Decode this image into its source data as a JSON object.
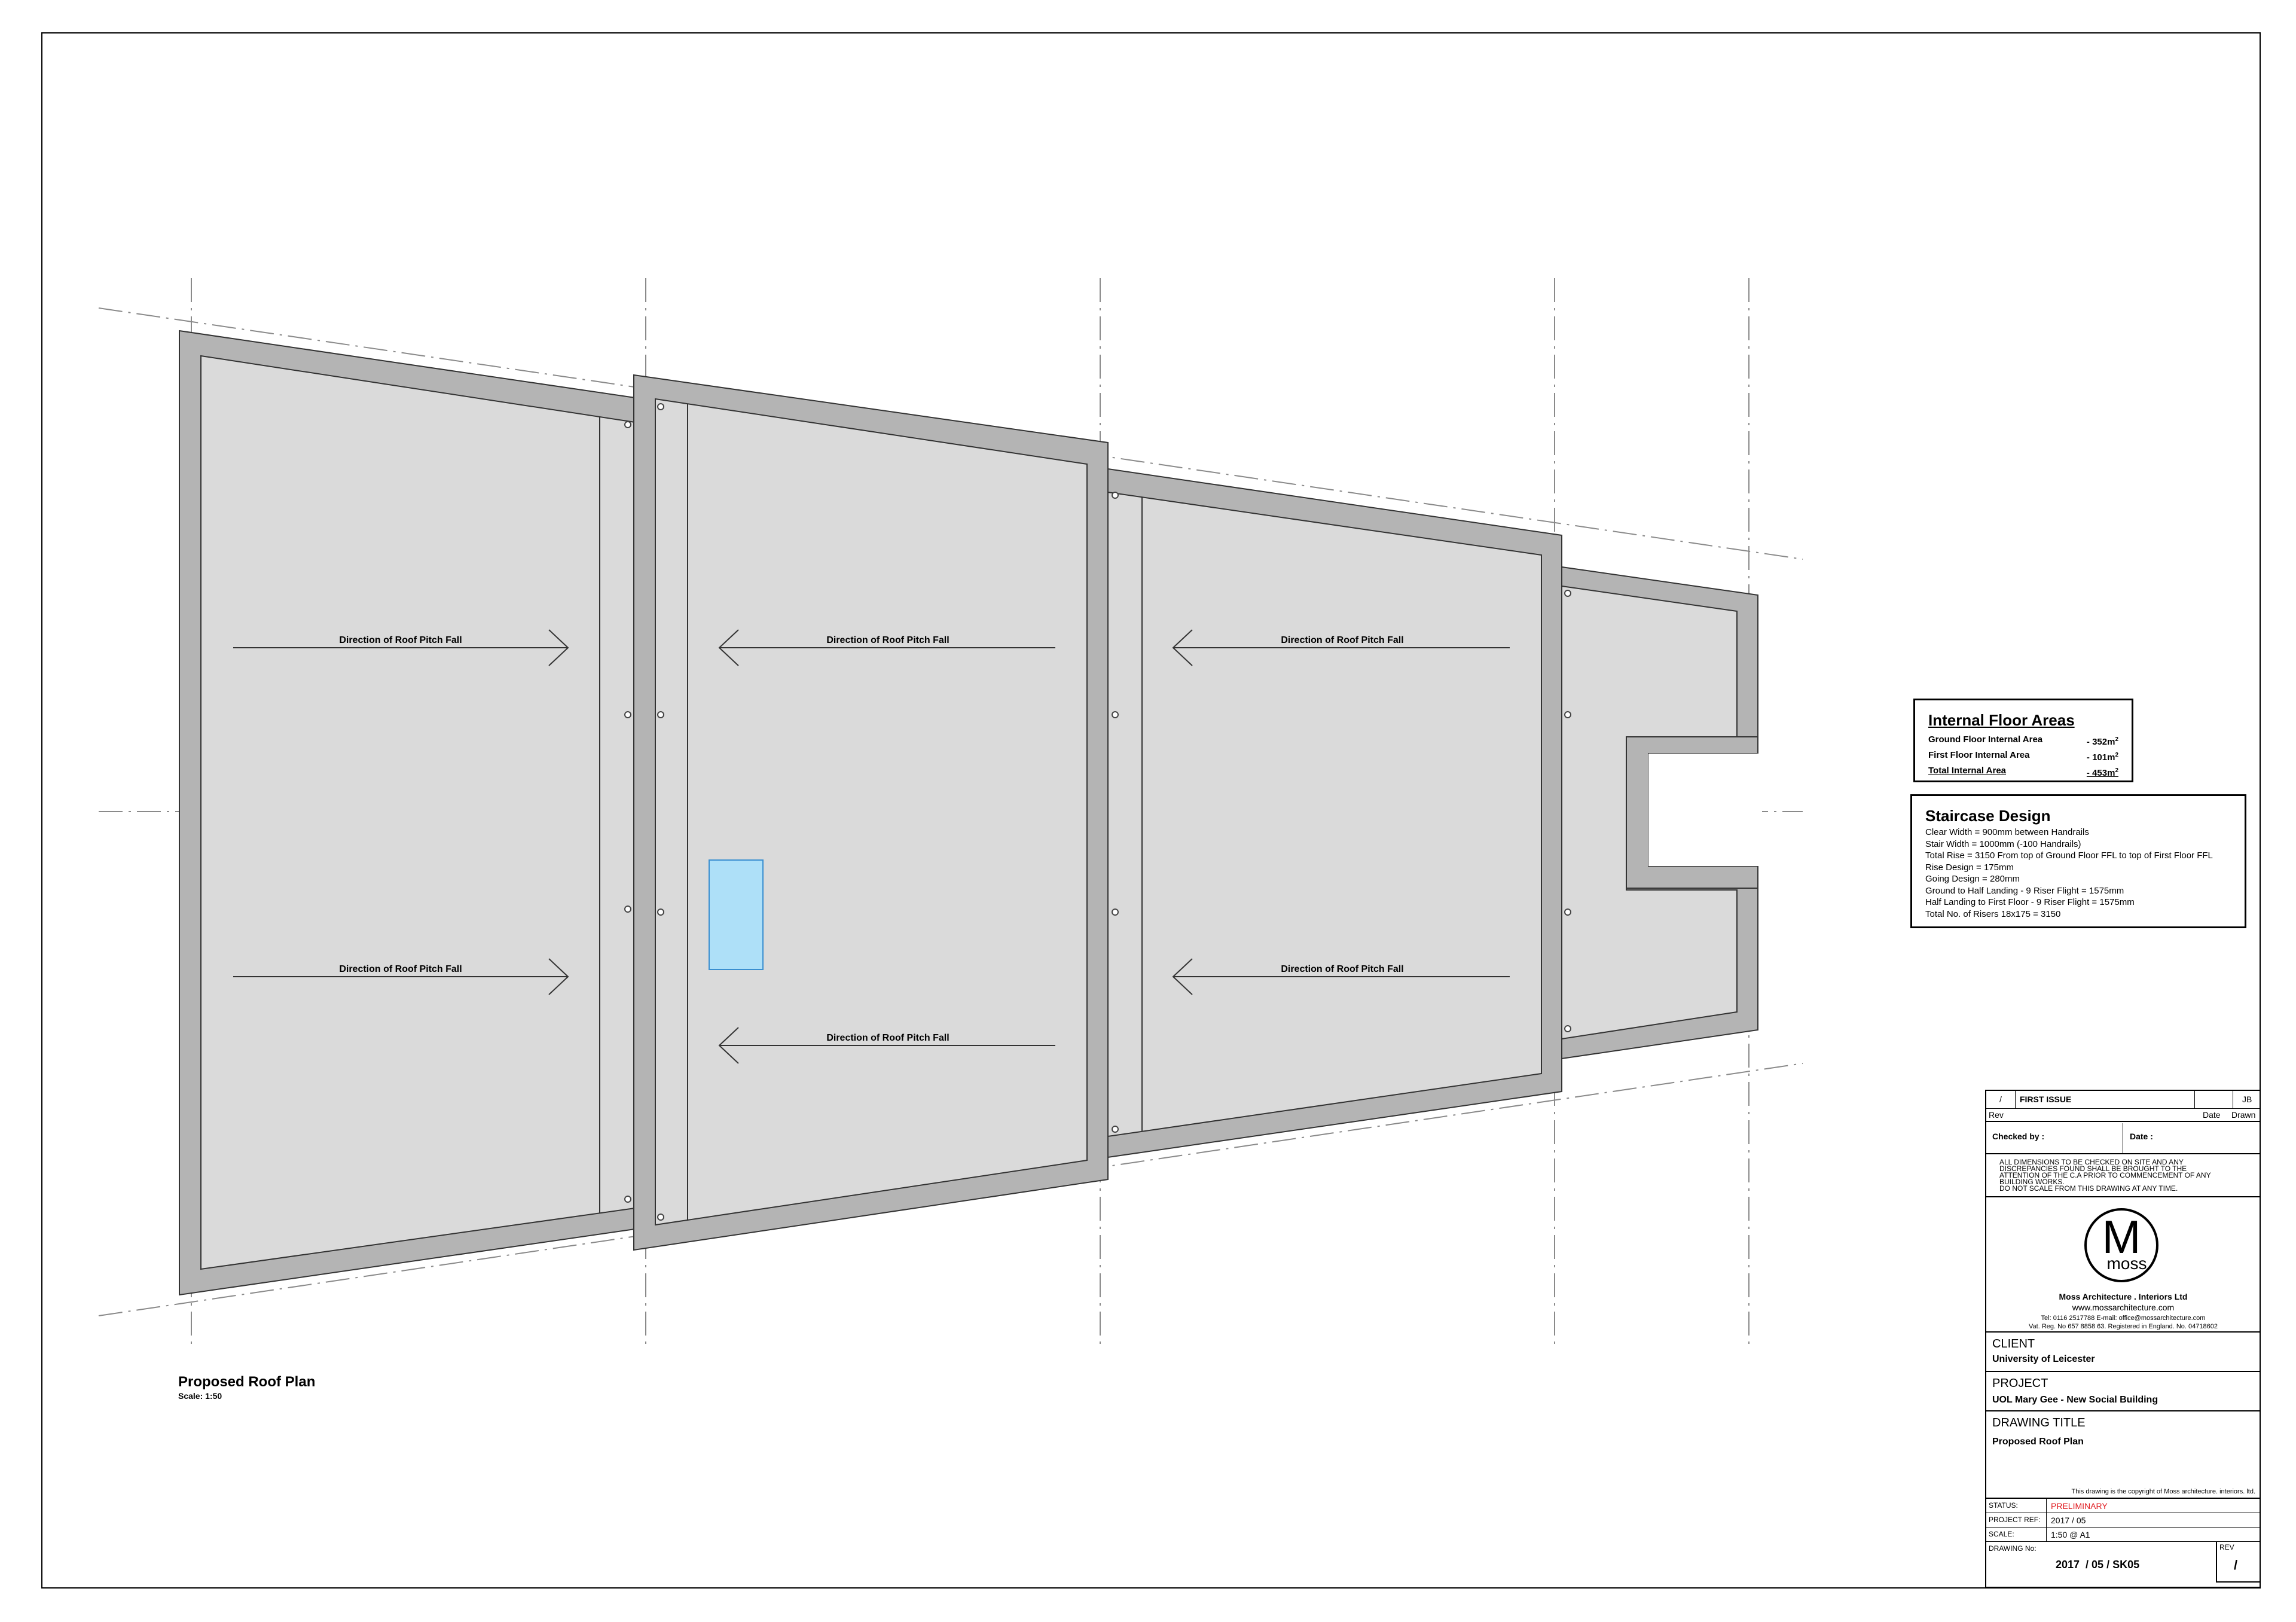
{
  "plan": {
    "title": "Proposed Roof Plan",
    "scale": "Scale: 1:50",
    "fall_labels": [
      "Direction of Roof Pitch Fall",
      "Direction of Roof Pitch Fall",
      "Direction of Roof Pitch Fall",
      "Direction of Roof Pitch Fall",
      "Direction of Roof Pitch Fall",
      "Direction of Roof Pitch Fall"
    ],
    "colors": {
      "roof_fill": "#dadada",
      "parapet": "#b4b4b4",
      "rooflight": "#aee0f8",
      "rooflight_edge": "#3a8fd0"
    }
  },
  "internal_areas": {
    "title": "Internal Floor Areas",
    "rows": [
      {
        "label": "Ground Floor Internal Area",
        "value": "- 352m",
        "sup": "2"
      },
      {
        "label": "First Floor Internal Area",
        "value": "- 101m",
        "sup": "2"
      },
      {
        "label": "Total Internal Area",
        "value": "- 453m",
        "sup": "2"
      }
    ]
  },
  "staircase": {
    "title": "Staircase Design",
    "lines": [
      "Clear Width = 900mm between Handrails",
      "Stair Width = 1000mm (-100 Handrails)",
      "Total Rise = 3150 From top of Ground Floor FFL to top of First Floor FFL",
      "Rise Design = 175mm",
      "Going Design = 280mm",
      "Ground to Half Landing - 9 Riser Flight = 1575mm",
      "Half Landing to First Floor - 9 Riser Flight = 1575mm",
      "Total No. of Risers 18x175 = 3150"
    ]
  },
  "title_block": {
    "rev_symbol": "/",
    "rev_desc": "FIRST ISSUE",
    "rev_drawn": "JB",
    "rev_header": "Rev",
    "date_header": "Date",
    "drawn_header": "Drawn",
    "checked_by": "Checked by :",
    "date_label": "Date :",
    "notes": [
      "ALL DIMENSIONS TO BE CHECKED ON SITE AND ANY",
      "DISCREPANCIES FOUND SHALL BE BROUGHT TO THE",
      "ATTENTION OF THE C.A PRIOR TO COMMENCEMENT OF ANY",
      "BUILDING WORKS.",
      "DO NOT SCALE FROM THIS DRAWING AT ANY TIME."
    ],
    "logo_letter": "M",
    "logo_word": "moss",
    "company": "Moss Architecture . Interiors Ltd",
    "website": "www.mossarchitecture.com",
    "contact": "Tel: 0116 2517788  E-mail: office@mossarchitecture.com",
    "registration": "Vat. Reg. No 657 8858 63. Registered in England. No. 04718602",
    "client_label": "CLIENT",
    "client": "University of Leicester",
    "project_label": "PROJECT",
    "project": "UOL Mary Gee - New Social Building",
    "drawing_title_label": "DRAWING TITLE",
    "drawing_title": "Proposed Roof Plan",
    "copyright": "This drawing is the copyright of Moss architecture. interiors. ltd.",
    "status_label": "STATUS:",
    "status": "PRELIMINARY",
    "project_ref_label": "PROJECT REF:",
    "project_ref": "2017 / 05",
    "scale_label": "SCALE:",
    "scale": "1:50 @ A1",
    "drawing_no_label": "DRAWING No:",
    "drawing_no": "2017  / 05 / SK05",
    "rev_label": "REV",
    "rev": "/",
    "status_color": "#e0191e"
  }
}
